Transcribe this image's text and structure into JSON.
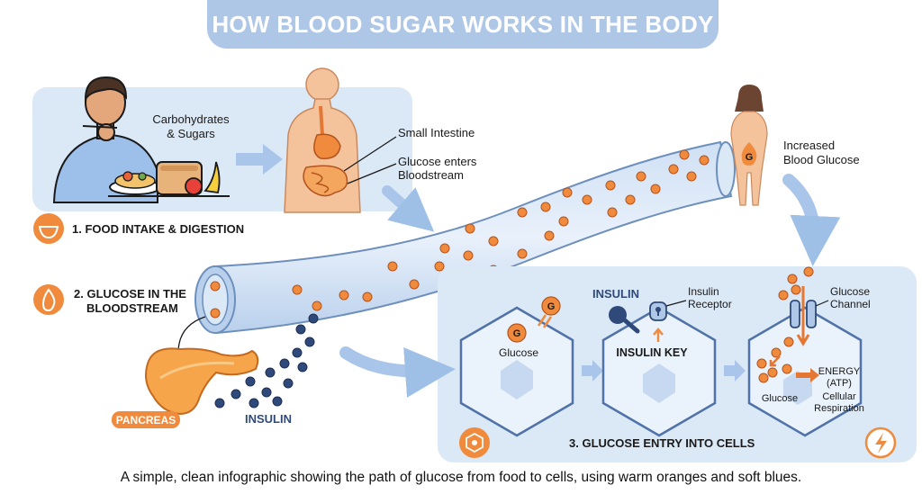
{
  "title": "HOW BLOOD SUGAR WORKS IN THE BODY",
  "caption": "A simple, clean infographic showing the path of glucose from food to cells, using warm oranges and soft blues.",
  "colors": {
    "orange": "#f08a3c",
    "blue_light": "#dbe8f6",
    "blue_mid": "#aec7e6",
    "navy": "#2f4a7a",
    "text": "#1a1a1a"
  },
  "step1": {
    "label": "1. FOOD INTAKE & DIGESTION",
    "food_label_line1": "Carbohydrates",
    "food_label_line2": "& Sugars",
    "intestine_label": "Small Intestine",
    "glucose_enters_line1": "Glucose enters",
    "glucose_enters_line2": "Bloodstream",
    "icon": "bowl-icon"
  },
  "step2": {
    "label_line1": "2. GLUCOSE IN THE",
    "label_line2": "BLOODSTREAM",
    "pancreas_label": "PANCREAS",
    "insulin_label": "INSULIN",
    "increased_line1": "Increased",
    "increased_line2": "Blood Glucose",
    "g_badge": "G",
    "icon": "flame-icon"
  },
  "step3": {
    "label": "3. GLUCOSE ENTRY INTO CELLS",
    "cell1_label": "Glucose",
    "g_badge": "G",
    "insulin_title": "INSULIN",
    "receptor_line1": "Insulin",
    "receptor_line2": "Receptor",
    "insulin_key": "INSULIN KEY",
    "channel_line1": "Glucose",
    "channel_line2": "Channel",
    "energy_line1": "ENERGY",
    "energy_line2": "(ATP)",
    "cell3_glucose": "Glucose",
    "resp_line1": "Cellular",
    "resp_line2": "Respiration",
    "icon": "cell-icon",
    "energy_icon": "lightning-icon"
  }
}
